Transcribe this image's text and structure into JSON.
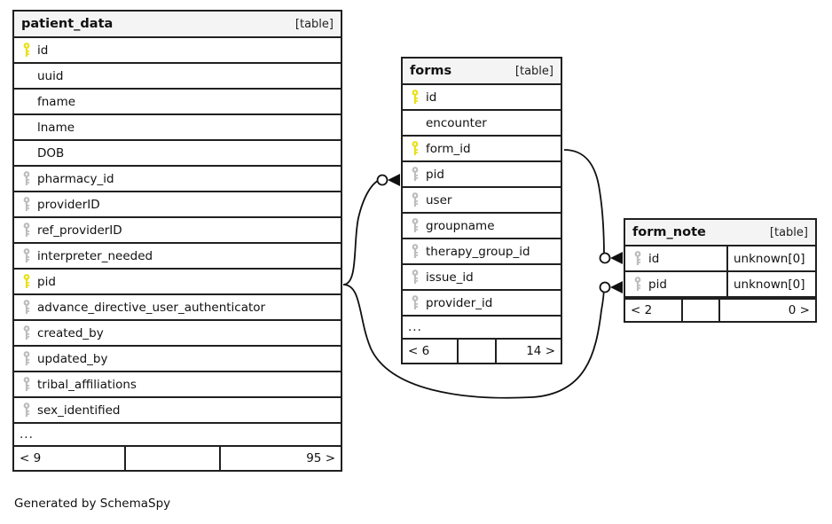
{
  "diagram": {
    "caption": "Generated by SchemaSpy",
    "type_label": "[table]",
    "ellipsis": "...",
    "colors": {
      "primary_key": "#e8e019",
      "foreign_key": "#bdbdbd",
      "border": "#202020",
      "header_bg": "#f4f4f4",
      "background": "#ffffff"
    }
  },
  "tables": [
    {
      "id": "patient_data",
      "name": "patient_data",
      "type_label": "[table]",
      "columns": [
        {
          "name": "id",
          "key": "primary"
        },
        {
          "name": "uuid",
          "key": "none"
        },
        {
          "name": "fname",
          "key": "none"
        },
        {
          "name": "lname",
          "key": "none"
        },
        {
          "name": "DOB",
          "key": "none"
        },
        {
          "name": "pharmacy_id",
          "key": "foreign"
        },
        {
          "name": "providerID",
          "key": "foreign"
        },
        {
          "name": "ref_providerID",
          "key": "foreign"
        },
        {
          "name": "interpreter_needed",
          "key": "foreign"
        },
        {
          "name": "pid",
          "key": "primary"
        },
        {
          "name": "advance_directive_user_authenticator",
          "key": "foreign"
        },
        {
          "name": "created_by",
          "key": "foreign"
        },
        {
          "name": "updated_by",
          "key": "foreign"
        },
        {
          "name": "tribal_affiliations",
          "key": "foreign"
        },
        {
          "name": "sex_identified",
          "key": "foreign"
        }
      ],
      "more_indicator": "...",
      "footer": {
        "left": "< 9",
        "middle": "",
        "right": "95 >"
      }
    },
    {
      "id": "forms",
      "name": "forms",
      "type_label": "[table]",
      "columns": [
        {
          "name": "id",
          "key": "primary"
        },
        {
          "name": "encounter",
          "key": "none"
        },
        {
          "name": "form_id",
          "key": "primary"
        },
        {
          "name": "pid",
          "key": "foreign"
        },
        {
          "name": "user",
          "key": "foreign"
        },
        {
          "name": "groupname",
          "key": "foreign"
        },
        {
          "name": "therapy_group_id",
          "key": "foreign"
        },
        {
          "name": "issue_id",
          "key": "foreign"
        },
        {
          "name": "provider_id",
          "key": "foreign"
        }
      ],
      "more_indicator": "...",
      "footer": {
        "left": "< 6",
        "middle": "",
        "right": "14 >"
      }
    },
    {
      "id": "form_note",
      "name": "form_note",
      "type_label": "[table]",
      "columns": [
        {
          "name": "id",
          "key": "foreign",
          "type": "unknown[0]"
        },
        {
          "name": "pid",
          "key": "foreign",
          "type": "unknown[0]"
        }
      ],
      "footer": {
        "left": "< 2",
        "middle": "",
        "right": "0 >"
      }
    }
  ],
  "relationships": [
    {
      "from": "patient_data.pid",
      "to": "forms.pid",
      "cardinality": "zero-or-one-to-many"
    },
    {
      "from": "forms.form_id",
      "to": "form_note.id",
      "cardinality": "zero-or-one-to-many"
    },
    {
      "from": "patient_data.pid",
      "to": "form_note.pid",
      "cardinality": "zero-or-one-to-many"
    }
  ]
}
